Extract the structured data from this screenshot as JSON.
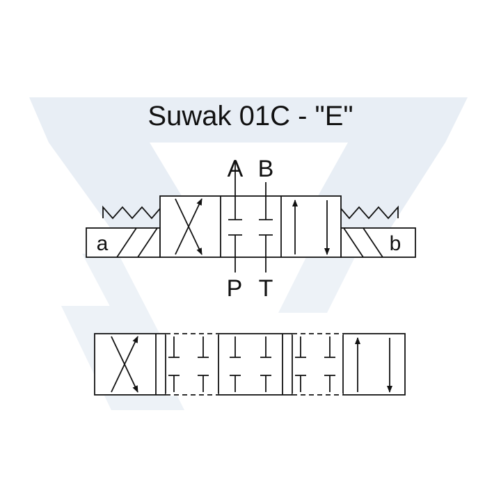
{
  "title": "Suwak 01C - \"E\"",
  "ports": {
    "A": "A",
    "B": "B",
    "P": "P",
    "T": "T"
  },
  "solenoids": {
    "left": "a",
    "right": "b"
  },
  "colors": {
    "line": "#111111",
    "watermark": "#e6edf5",
    "background": "#ffffff"
  }
}
